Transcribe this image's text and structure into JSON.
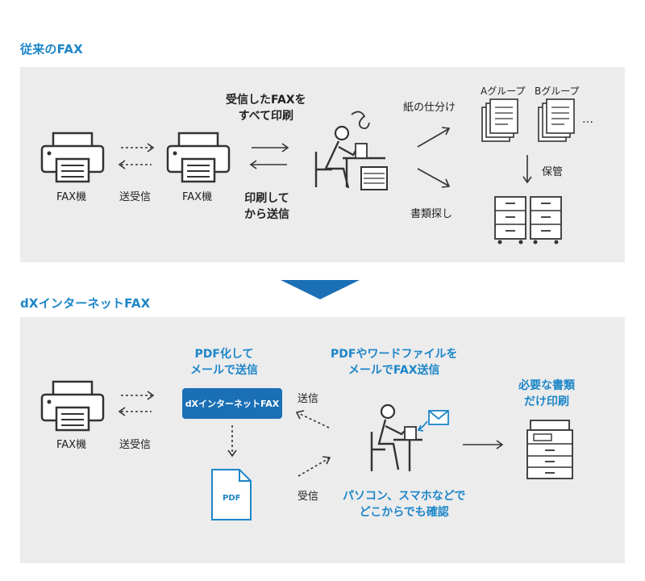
{
  "sections": {
    "traditional": {
      "title": "従来のFAX",
      "fax_left_label": "FAX機",
      "fax_right_label": "FAX機",
      "send_receive_label": "送受信",
      "print_all": [
        "受信したFAXを",
        "すべて印刷"
      ],
      "print_then_send": [
        "印刷して",
        "から送信"
      ],
      "sort_paper": "紙の仕分け",
      "search_docs": "書類探し",
      "group_a": "Aグループ",
      "group_b": "Bグループ",
      "ellipsis": "…",
      "store": "保管"
    },
    "internet": {
      "title": "dXインターネットFAX",
      "fax_label": "FAX機",
      "send_receive_label": "送受信",
      "pdf_send": [
        "PDF化して",
        "メールで送信"
      ],
      "service_box": "dXインターネットFAX",
      "send_label": "送信",
      "receive_label": "受信",
      "pdf_icon_text": "PDF",
      "pdf_word_send": [
        "PDFやワードファイルを",
        "メールでFAX送信"
      ],
      "pc_phone": [
        "パソコン、スマホなどで",
        "どこからでも確認"
      ],
      "print_needed": [
        "必要な書類",
        "だけ印刷"
      ]
    }
  },
  "colors": {
    "accent": "#1d86c8",
    "box": "#1a6fb5",
    "panel": "#ececed",
    "ink": "#222222"
  }
}
